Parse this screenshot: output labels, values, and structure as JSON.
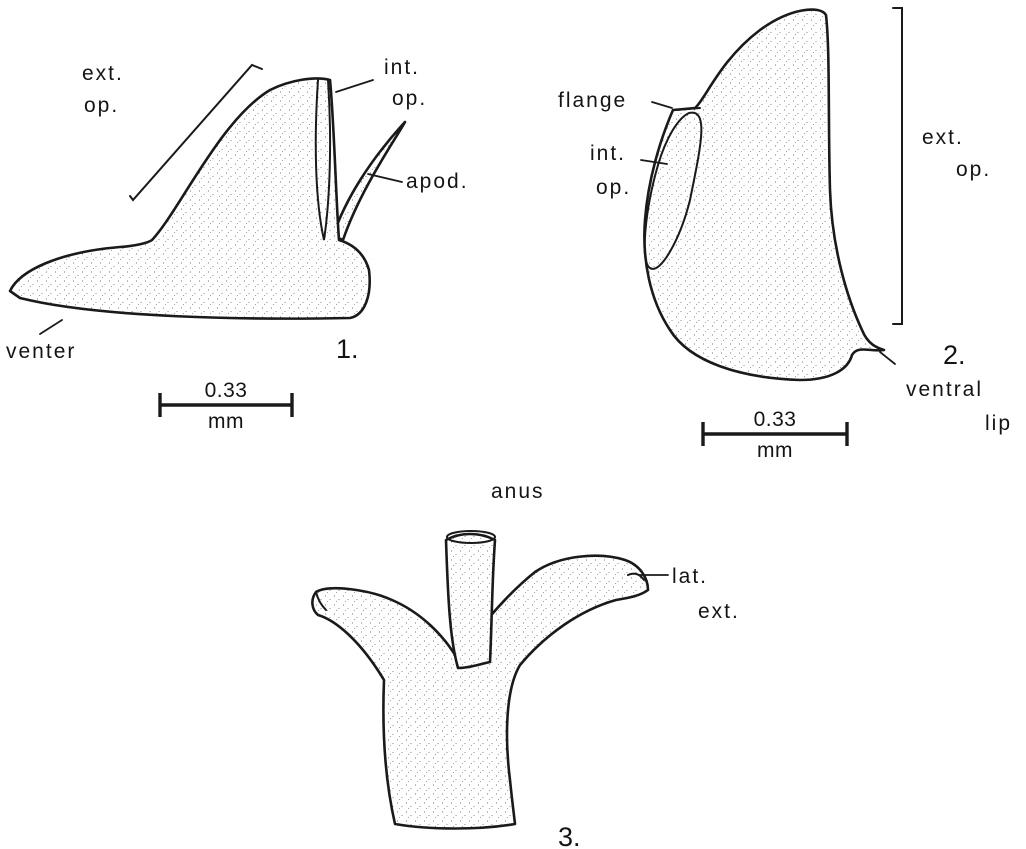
{
  "figure1": {
    "number": "1.",
    "labels": {
      "ext_op_line1": "ext.",
      "ext_op_line2": "op.",
      "int_op_line1": "int.",
      "int_op_line2": "op.",
      "apod": "apod.",
      "venter": "venter"
    },
    "scale": {
      "value": "0.33",
      "unit": "mm"
    }
  },
  "figure2": {
    "number": "2.",
    "labels": {
      "flange": "flange",
      "int_op_line1": "int.",
      "int_op_line2": "op.",
      "ext_op_line1": "ext.",
      "ext_op_line2": "op.",
      "ventral_lip_line1": "ventral",
      "ventral_lip_line2": "lip"
    },
    "scale": {
      "value": "0.33",
      "unit": "mm"
    }
  },
  "figure3": {
    "number": "3.",
    "labels": {
      "anus": "anus",
      "lat_ext_line1": "lat.",
      "lat_ext_line2": "ext."
    }
  }
}
